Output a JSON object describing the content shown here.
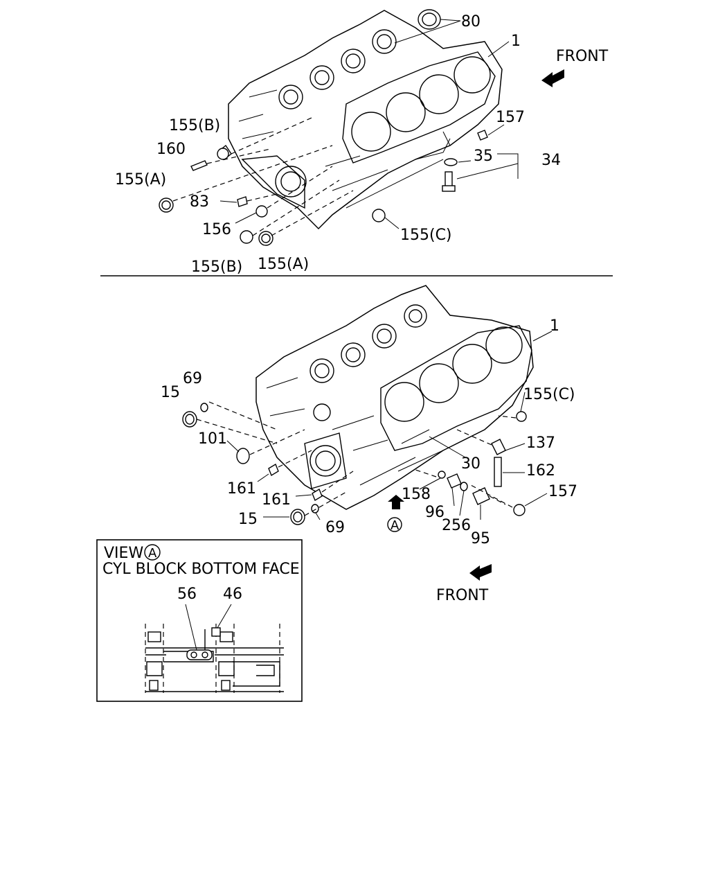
{
  "top_view": {
    "front_label": "FRONT",
    "callouts": {
      "c80": "80",
      "c1": "1",
      "c157": "157",
      "c35": "35",
      "c34": "34",
      "c155b_top": "155(B)",
      "c160": "160",
      "c155a_left": "155(A)",
      "c83": "83",
      "c156": "156",
      "c155c": "155(C)",
      "c155b_bottom": "155(B)",
      "c155a_bottom": "155(A)"
    }
  },
  "bottom_view": {
    "front_label": "FRONT",
    "view_marker": "A",
    "callouts": {
      "c1": "1",
      "c15_top": "15",
      "c69_top": "69",
      "c155c": "155(C)",
      "c101": "101",
      "c137": "137",
      "c30": "30",
      "c162": "162",
      "c161_left": "161",
      "c161_mid": "161",
      "c158": "158",
      "c157": "157",
      "c96": "96",
      "c15_bottom": "15",
      "c69_bottom": "69",
      "c256": "256",
      "c95": "95"
    }
  },
  "inset": {
    "view_title": "VIEW",
    "view_marker": "A",
    "subtitle": "CYL BLOCK BOTTOM FACE",
    "callouts": {
      "c56": "56",
      "c46": "46"
    }
  }
}
